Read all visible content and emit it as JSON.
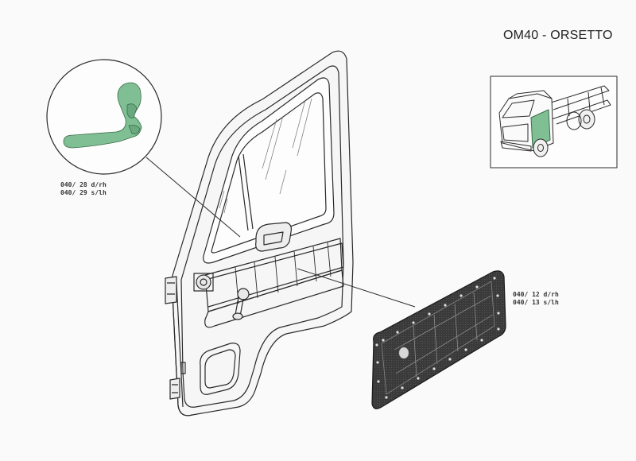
{
  "title": "OM40 - ORSETTO",
  "parts": {
    "handle": {
      "code_rh": "040/ 28 d/rh",
      "code_lh": "040/ 29 s/lh"
    },
    "panel": {
      "code_rh": "040/ 12 d/rh",
      "code_lh": "040/ 13 s/lh"
    }
  },
  "colors": {
    "highlight": "#7fbf93",
    "panel": "#3a3a3a",
    "line": "#2a2a2a",
    "background": "#fafafa"
  }
}
